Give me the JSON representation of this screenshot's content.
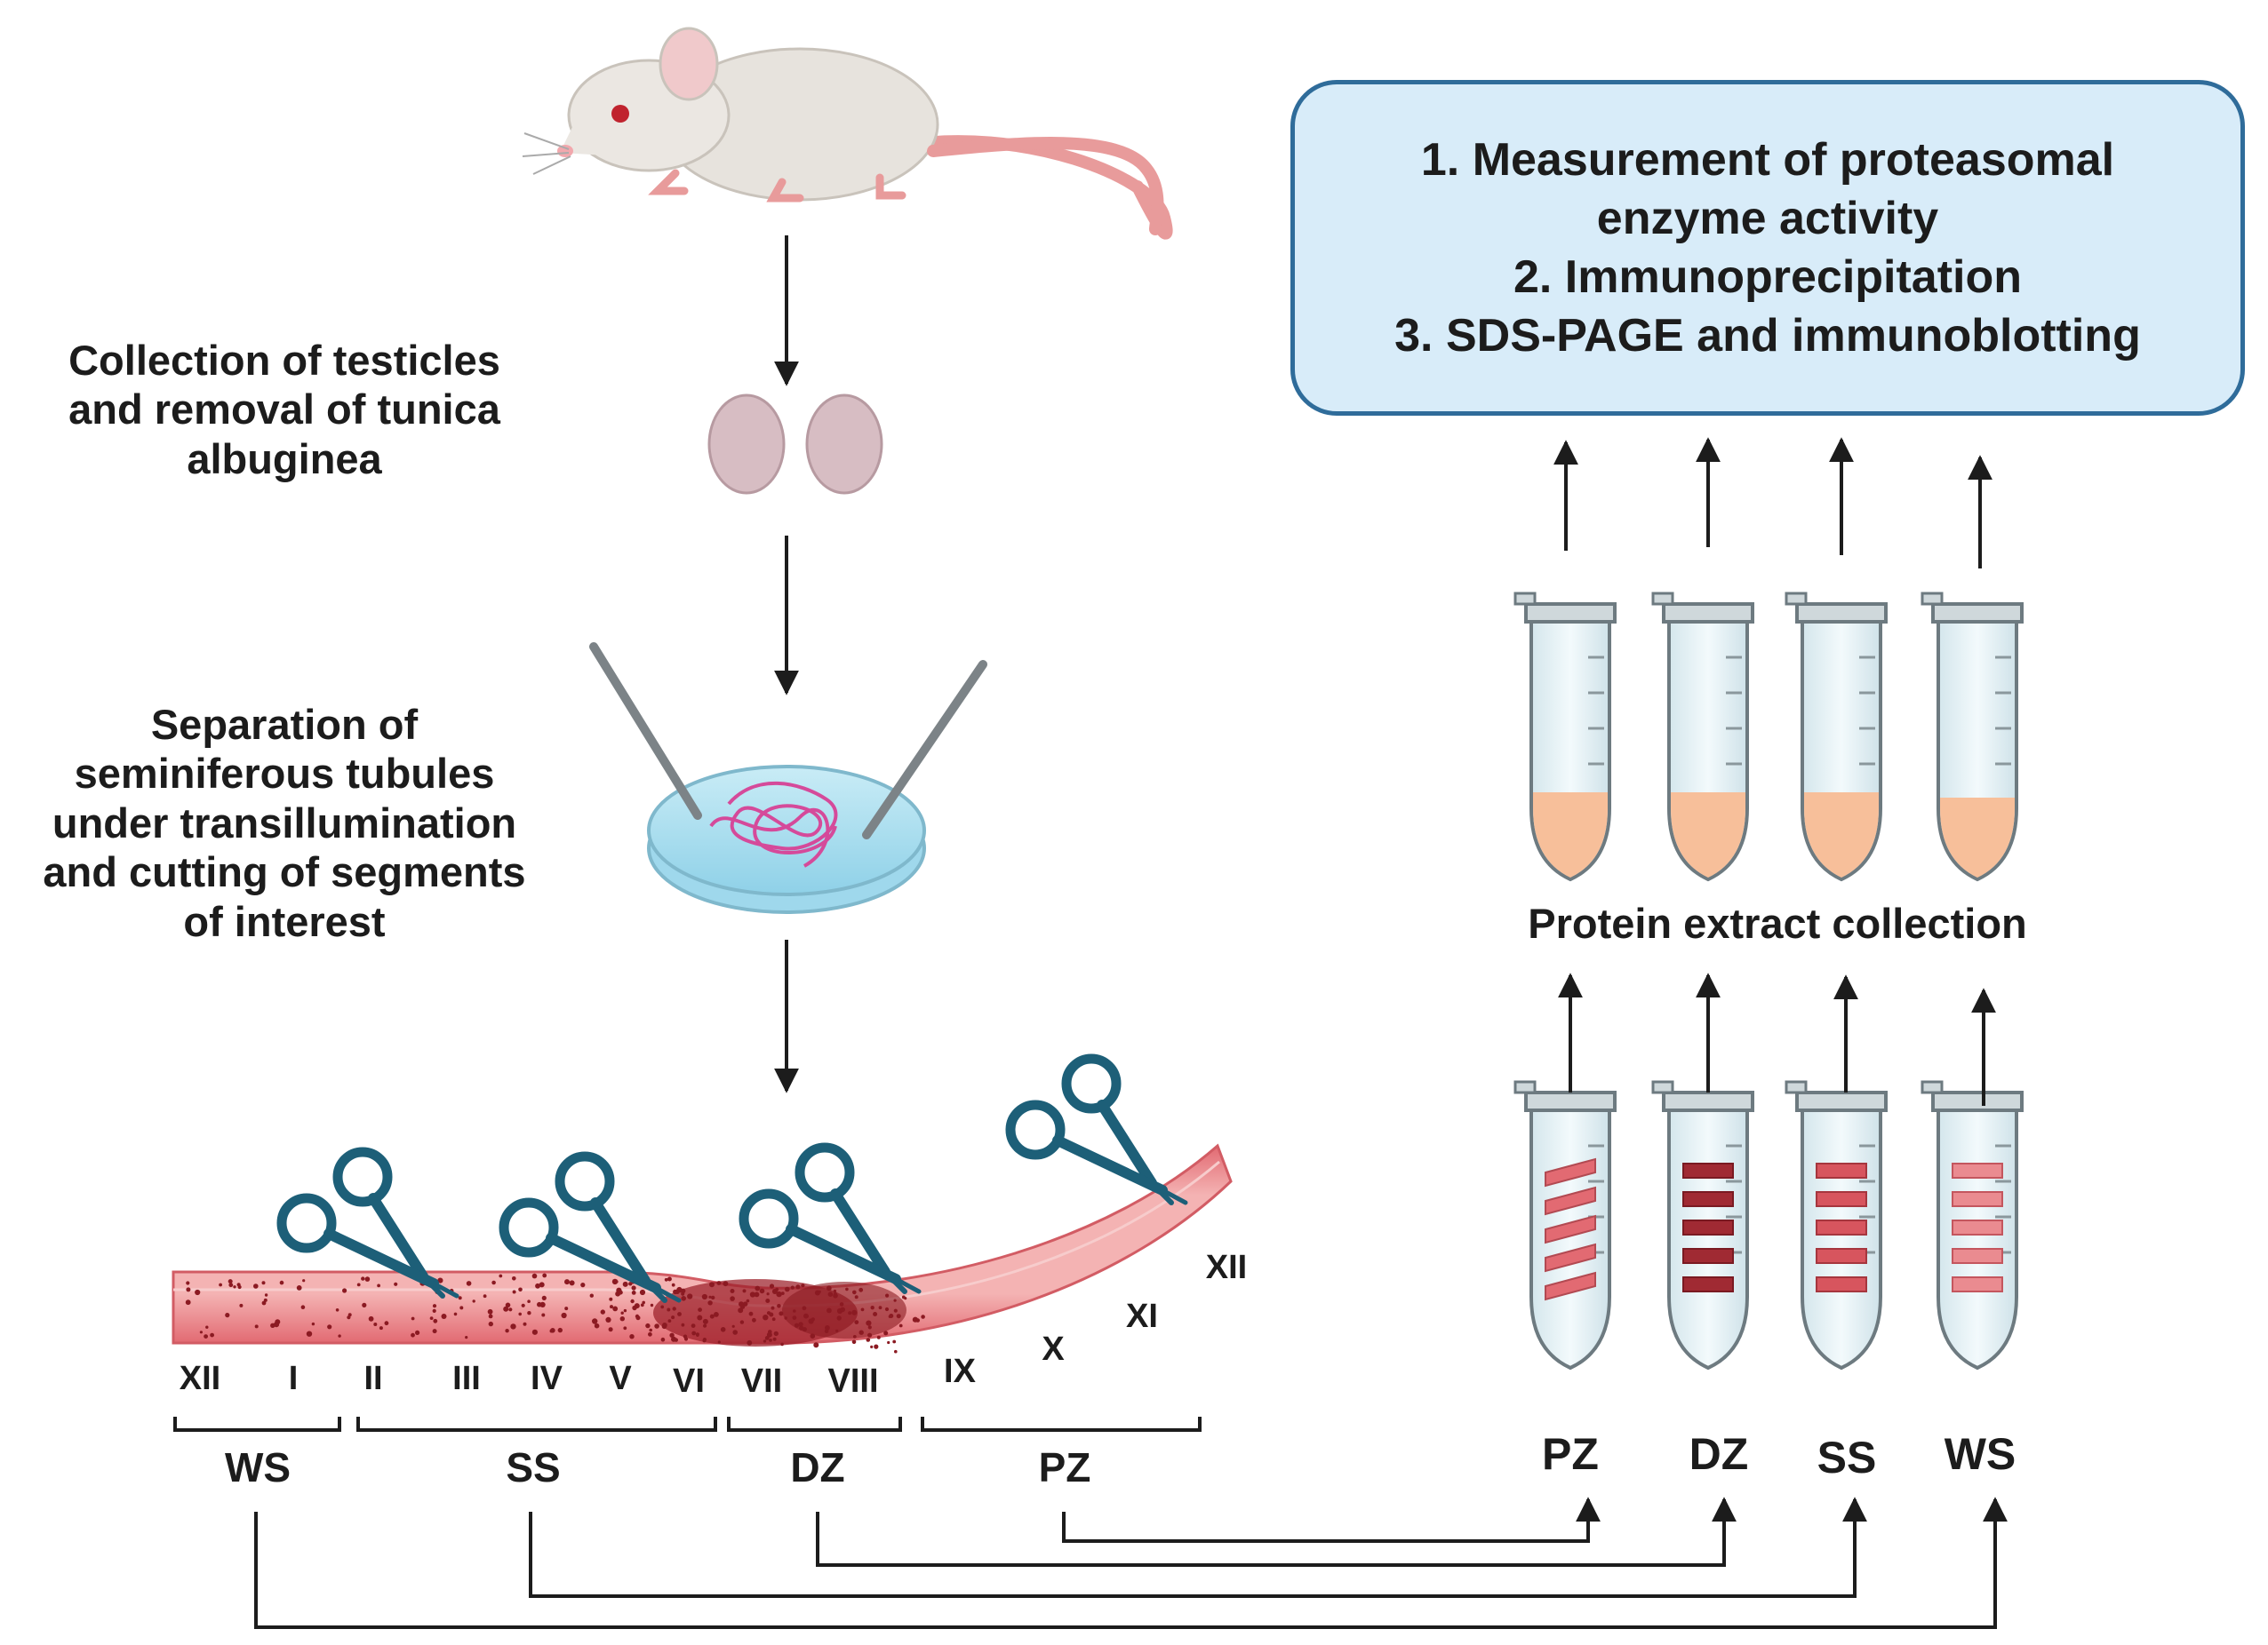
{
  "steps": {
    "collection": [
      "Collection of testicles",
      "and removal of tunica",
      "albuginea"
    ],
    "separation": [
      "Separation of",
      "seminiferous tubules",
      "under transillumination",
      "and cutting of segments",
      "of interest"
    ],
    "protein": "Protein extract collection"
  },
  "outputs": [
    "1. Measurement of proteasomal",
    "enzyme activity",
    "2. Immunoprecipitation",
    "3. SDS-PAGE and immunoblotting"
  ],
  "stages": [
    "XII",
    "I",
    "II",
    "III",
    "IV",
    "V",
    "VI",
    "VII",
    "VIII",
    "IX",
    "X",
    "XI",
    "XII"
  ],
  "zones": [
    "WS",
    "SS",
    "DZ",
    "PZ"
  ],
  "tubes": [
    "PZ",
    "DZ",
    "SS",
    "WS"
  ],
  "colors": {
    "tubule": "#e8878b",
    "tubule_dark": "#8b1a22",
    "scissors": "#1d5f78",
    "box_fill": "#d8ecf9",
    "box_border": "#2f6c9a",
    "extract": "#f7bf9a",
    "arrow": "#1c1c1c"
  },
  "icons": [
    "mouse-icon",
    "testicles-icon",
    "petri-dish-icon",
    "forceps-icon",
    "scissors-icon",
    "tube-icon"
  ]
}
